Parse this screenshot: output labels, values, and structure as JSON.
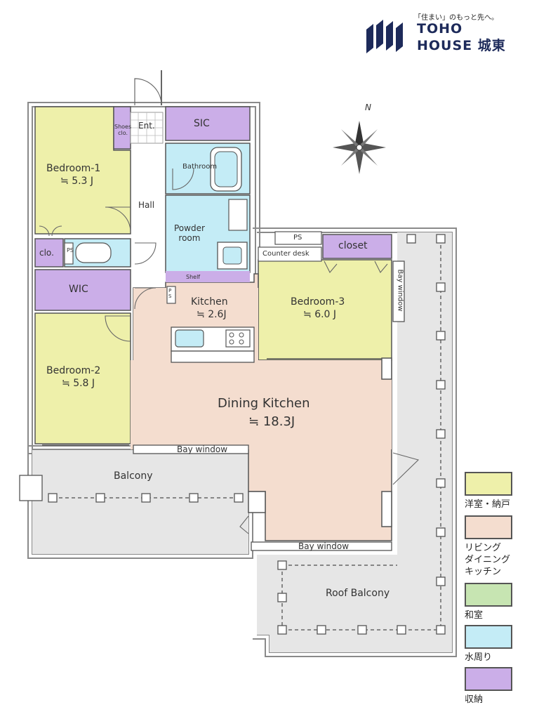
{
  "logo": {
    "tagline": "「住まい」のもっと先へ。",
    "line1": "TOHO",
    "line2": "HOUSE 城東"
  },
  "compass": {
    "north": "N"
  },
  "rooms": {
    "bedroom1": {
      "name": "Bedroom-1",
      "size": "≒ 5.3 J"
    },
    "bedroom2": {
      "name": "Bedroom-2",
      "size": "≒ 5.8 J"
    },
    "bedroom3": {
      "name": "Bedroom-3",
      "size": "≒ 6.0 J"
    },
    "kitchen": {
      "name": "Kitchen",
      "size": "≒ 2.6J"
    },
    "dining": {
      "name": "Dining Kitchen",
      "size": "≒ 18.3J"
    },
    "powder": "Powder\nroom",
    "bathroom": "Bathroom",
    "sic": "SIC",
    "entrance": "Ent.",
    "shoes": "Shoes\nclo.",
    "hall": "Hall",
    "wic": "WIC",
    "clo": "clo.",
    "closet": "closet",
    "shelf": "Shelf",
    "ps1": "PS",
    "ps2": "PS",
    "ps3": "P\nS",
    "counter": "Counter desk",
    "bay1": "Bay window",
    "bay2": "Bay window",
    "bay3": "Bay window",
    "balcony": "Balcony",
    "roof": "Roof Balcony"
  },
  "legend": [
    {
      "label": "洋室・納戸",
      "color": "#eef0aa"
    },
    {
      "label": "リビング\nダイニング\nキッチン",
      "color": "#f4ddcf"
    },
    {
      "label": "和室",
      "color": "#c7e5b2"
    },
    {
      "label": "水周り",
      "color": "#c4ecf6"
    },
    {
      "label": "収納",
      "color": "#cbaee8"
    }
  ],
  "colors": {
    "western": "#eef0aa",
    "ldk": "#f4ddcf",
    "water": "#c4ecf6",
    "storage": "#cbaee8",
    "balcony": "#e6e6e6",
    "wall": "#7a7a7a"
  }
}
